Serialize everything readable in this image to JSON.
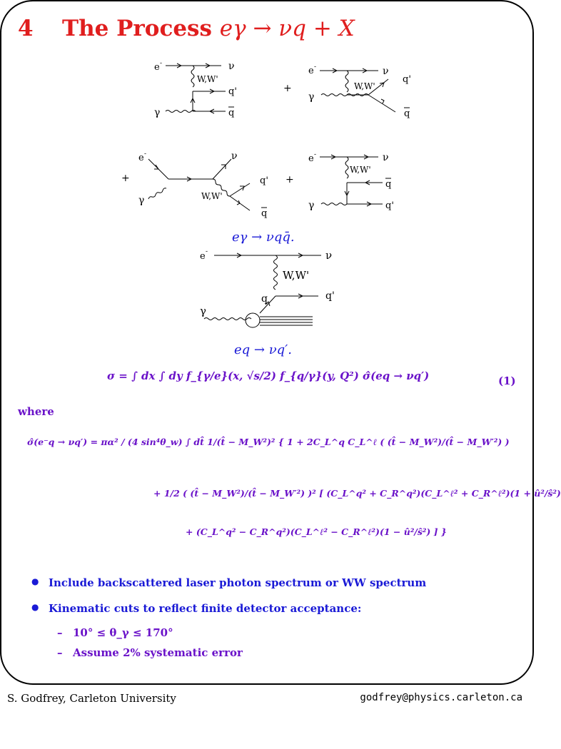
{
  "slide": {
    "section_number": "4",
    "title_text": "The Process",
    "title_process": "eγ → νq + X"
  },
  "diagram_labels": {
    "e_minus": "e",
    "e_sup": "-",
    "gamma": "γ",
    "nu": "ν",
    "ww": "W,W'",
    "q_prime": "q'",
    "q_bar": "q",
    "q": "q",
    "plus": "+"
  },
  "captions": {
    "first": "eγ → νqq̄.",
    "second": "eq → νq′."
  },
  "equations": {
    "sigma": "σ = ∫ dx ∫ dy f_{γ/e}(x, √s/2) f_{q/γ}(y, Q²) σ̂(eq → νq′)",
    "eq_number": "(1)",
    "where": "where",
    "line1": "σ̂(e⁻q → νq′)  =  πα² / (4 sin⁴θ_w) ∫ dt̂ 1/(t̂ − M_W²)² { 1 + 2C_L^q C_L^ℓ ( (t̂ − M_W²)/(t̂ − M_W′²) )",
    "line2": "+ 1/2 ( (t̂ − M_W²)/(t̂ − M_W′²) )² [ (C_L^q² + C_R^q²)(C_L^ℓ² + C_R^ℓ²)(1 + û²/ŝ²)",
    "line3": "+ (C_L^q² − C_R^q²)(C_L^ℓ² − C_R^ℓ²)(1 − û²/ŝ²) ] }"
  },
  "bullets": [
    "Include backscattered laser photon spectrum or WW spectrum",
    "Kinematic cuts to reflect finite detector acceptance:"
  ],
  "sub_bullets": [
    "10° ≤ θ_γ ≤ 170°",
    "Assume 2% systematic error"
  ],
  "sub_dash": "–",
  "footer": {
    "author": "S. Godfrey, Carleton University",
    "email": "godfrey@physics.carleton.ca"
  },
  "colors": {
    "title": "#e01e1e",
    "caption_blue": "#1a1ad6",
    "equation_purple": "#6a12c9"
  }
}
